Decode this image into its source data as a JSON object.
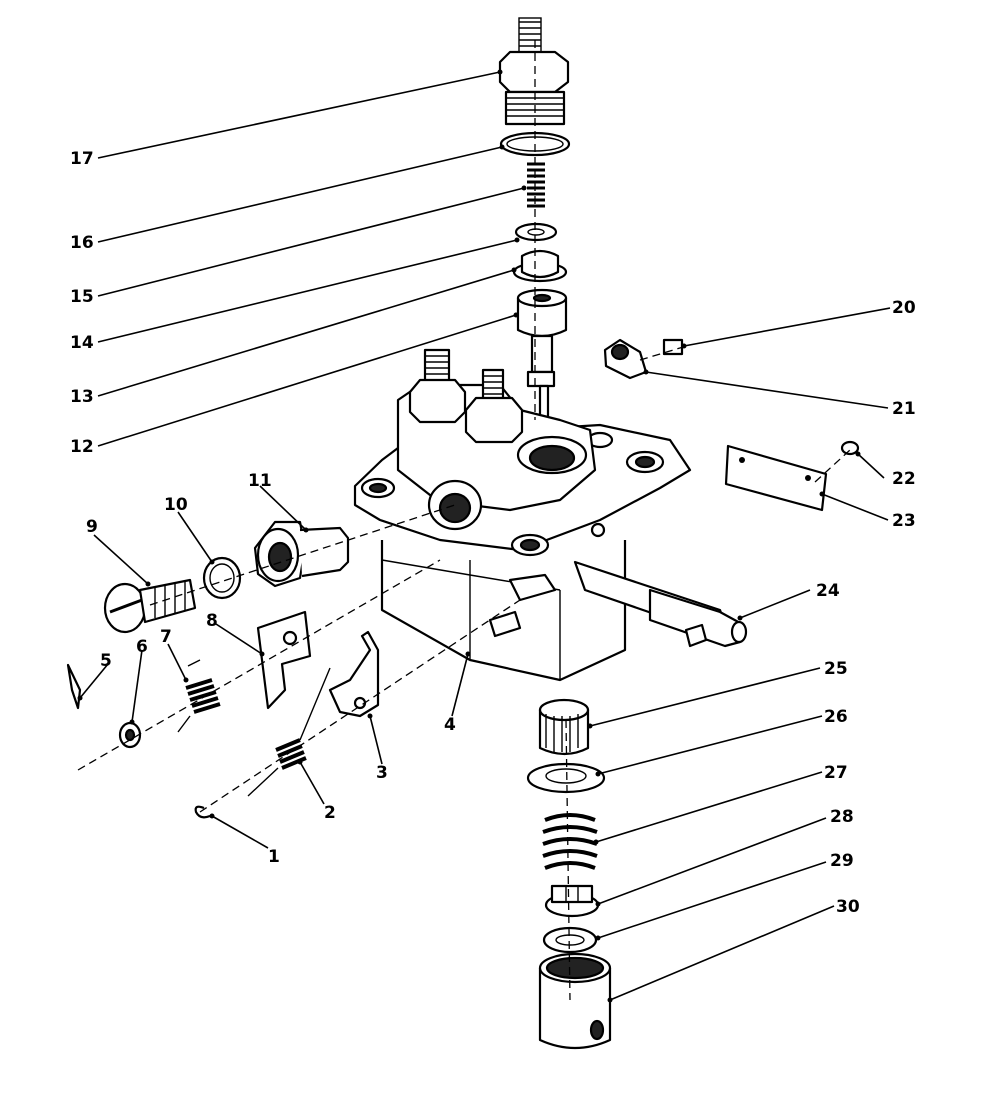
{
  "callouts": [
    {
      "id": "1",
      "text": "1"
    },
    {
      "id": "2",
      "text": "2"
    },
    {
      "id": "3",
      "text": "3"
    },
    {
      "id": "4",
      "text": "4"
    },
    {
      "id": "5",
      "text": "5"
    },
    {
      "id": "6",
      "text": "6"
    },
    {
      "id": "7",
      "text": "7"
    },
    {
      "id": "8",
      "text": "8"
    },
    {
      "id": "9",
      "text": "9"
    },
    {
      "id": "10",
      "text": "10"
    },
    {
      "id": "11",
      "text": "11"
    },
    {
      "id": "12",
      "text": "12"
    },
    {
      "id": "13",
      "text": "13"
    },
    {
      "id": "14",
      "text": "14"
    },
    {
      "id": "15",
      "text": "15"
    },
    {
      "id": "16",
      "text": "16"
    },
    {
      "id": "17",
      "text": "17"
    },
    {
      "id": "20",
      "text": "20"
    },
    {
      "id": "21",
      "text": "21"
    },
    {
      "id": "22",
      "text": "22"
    },
    {
      "id": "23",
      "text": "23"
    },
    {
      "id": "24",
      "text": "24"
    },
    {
      "id": "25",
      "text": "25"
    },
    {
      "id": "26",
      "text": "26"
    },
    {
      "id": "27",
      "text": "27"
    },
    {
      "id": "28",
      "text": "28"
    },
    {
      "id": "29",
      "text": "29"
    },
    {
      "id": "30",
      "text": "30"
    }
  ]
}
